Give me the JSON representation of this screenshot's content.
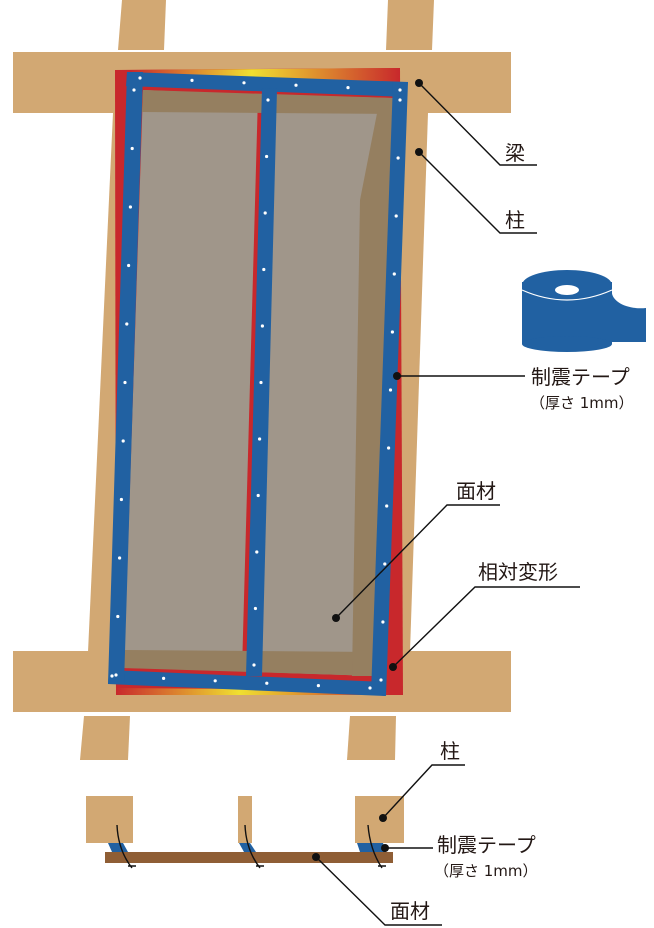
{
  "colors": {
    "wood": "#d2a873",
    "tape": "#2161a2",
    "panel": "#a0968a",
    "panel_shadow": "#957f60",
    "strain_red": "#c8282c",
    "strain_yellow": "#f0e030",
    "board": "#8f5e35"
  },
  "icons": {
    "tape_roll": "tape-roll-icon"
  },
  "main": {
    "labels": {
      "beam": "梁",
      "column": "柱",
      "tape": "制震テープ",
      "tape_thickness": "（厚さ 1mm）",
      "panel": "面材",
      "relative_deformation": "相対変形"
    }
  },
  "section": {
    "labels": {
      "column": "柱",
      "tape": "制震テープ",
      "tape_thickness": "（厚さ 1mm）",
      "panel": "面材"
    }
  }
}
